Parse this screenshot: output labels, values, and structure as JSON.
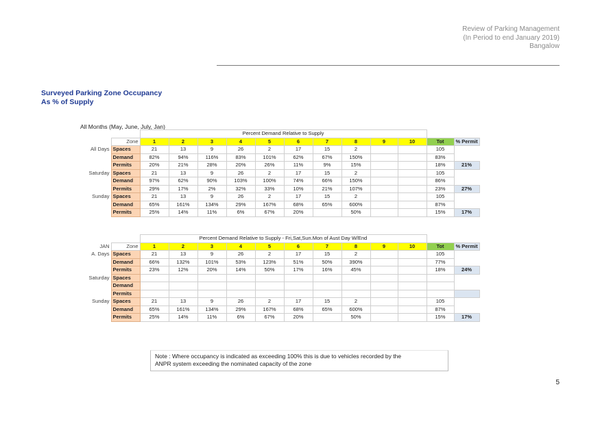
{
  "header": {
    "line1": "Review of Parking Management",
    "line2": "(In Period to end January 2019)",
    "line3": "Bangalow"
  },
  "heading": {
    "line1": "Surveyed Parking Zone Occupancy",
    "line2": "As % of Supply"
  },
  "table1": {
    "caption": "All Months (May, June, July, Jan)",
    "title": "Percent Demand Relative to Supply",
    "corner": "",
    "zone_label": "Zone",
    "zones": [
      "1",
      "2",
      "3",
      "4",
      "5",
      "6",
      "7",
      "8",
      "9",
      "10"
    ],
    "tot_label": "Tot",
    "permit_label": "% Permit",
    "groups": [
      {
        "label": "All Days",
        "permit_pct": "21%",
        "rows": [
          {
            "metric": "Spaces",
            "values": [
              "21",
              "13",
              "9",
              "26",
              "2",
              "17",
              "15",
              "2",
              "",
              ""
            ],
            "tot": "105"
          },
          {
            "metric": "Demand",
            "values": [
              "82%",
              "94%",
              "116%",
              "83%",
              "101%",
              "62%",
              "67%",
              "150%",
              "",
              ""
            ],
            "tot": "83%"
          },
          {
            "metric": "Permits",
            "values": [
              "20%",
              "21%",
              "28%",
              "20%",
              "26%",
              "11%",
              "9%",
              "15%",
              "",
              ""
            ],
            "tot": "18%"
          }
        ]
      },
      {
        "label": "Saturday",
        "permit_pct": "27%",
        "rows": [
          {
            "metric": "Spaces",
            "values": [
              "21",
              "13",
              "9",
              "26",
              "2",
              "17",
              "15",
              "2",
              "",
              ""
            ],
            "tot": "105"
          },
          {
            "metric": "Demand",
            "values": [
              "97%",
              "62%",
              "90%",
              "103%",
              "100%",
              "74%",
              "66%",
              "150%",
              "",
              ""
            ],
            "tot": "86%"
          },
          {
            "metric": "Permits",
            "values": [
              "29%",
              "17%",
              "2%",
              "32%",
              "33%",
              "10%",
              "21%",
              "107%",
              "",
              ""
            ],
            "tot": "23%"
          }
        ]
      },
      {
        "label": "Sunday",
        "permit_pct": "17%",
        "rows": [
          {
            "metric": "Spaces",
            "values": [
              "21",
              "13",
              "9",
              "26",
              "2",
              "17",
              "15",
              "2",
              "",
              ""
            ],
            "tot": "105"
          },
          {
            "metric": "Demand",
            "values": [
              "65%",
              "161%",
              "134%",
              "29%",
              "167%",
              "68%",
              "65%",
              "600%",
              "",
              ""
            ],
            "tot": "87%"
          },
          {
            "metric": "Permits",
            "values": [
              "25%",
              "14%",
              "11%",
              "6%",
              "67%",
              "20%",
              "",
              "50%",
              "",
              ""
            ],
            "tot": "15%"
          }
        ]
      }
    ]
  },
  "table2": {
    "caption": "",
    "title": "Percent Demand Relative to Supply - Fri,Sat,Sun.Mon of Aust Day W/End",
    "corner": "JAN",
    "zone_label": "Zone",
    "zones": [
      "1",
      "2",
      "3",
      "4",
      "5",
      "6",
      "7",
      "8",
      "9",
      "10"
    ],
    "tot_label": "Tot",
    "permit_label": "% Permit",
    "groups": [
      {
        "label": "A. Days",
        "permit_pct": "24%",
        "rows": [
          {
            "metric": "Spaces",
            "values": [
              "21",
              "13",
              "9",
              "26",
              "2",
              "17",
              "15",
              "2",
              "",
              ""
            ],
            "tot": "105"
          },
          {
            "metric": "Demand",
            "values": [
              "66%",
              "132%",
              "101%",
              "53%",
              "123%",
              "51%",
              "50%",
              "390%",
              "",
              ""
            ],
            "tot": "77%"
          },
          {
            "metric": "Permits",
            "values": [
              "23%",
              "12%",
              "20%",
              "14%",
              "50%",
              "17%",
              "16%",
              "45%",
              "",
              ""
            ],
            "tot": "18%"
          }
        ]
      },
      {
        "label": "Saturday",
        "permit_pct": "",
        "rows": [
          {
            "metric": "Spaces",
            "values": [
              "",
              "",
              "",
              "",
              "",
              "",
              "",
              "",
              "",
              ""
            ],
            "tot": ""
          },
          {
            "metric": "Demand",
            "values": [
              "",
              "",
              "",
              "",
              "",
              "",
              "",
              "",
              "",
              ""
            ],
            "tot": ""
          },
          {
            "metric": "Permits",
            "values": [
              "",
              "",
              "",
              "",
              "",
              "",
              "",
              "",
              "",
              ""
            ],
            "tot": ""
          }
        ]
      },
      {
        "label": "Sunday",
        "permit_pct": "17%",
        "rows": [
          {
            "metric": "Spaces",
            "values": [
              "21",
              "13",
              "9",
              "26",
              "2",
              "17",
              "15",
              "2",
              "",
              ""
            ],
            "tot": "105"
          },
          {
            "metric": "Demand",
            "values": [
              "65%",
              "161%",
              "134%",
              "29%",
              "167%",
              "68%",
              "65%",
              "600%",
              "",
              ""
            ],
            "tot": "87%"
          },
          {
            "metric": "Permits",
            "values": [
              "25%",
              "14%",
              "11%",
              "6%",
              "67%",
              "20%",
              "",
              "50%",
              "",
              ""
            ],
            "tot": "15%"
          }
        ]
      }
    ]
  },
  "note": {
    "line1": "Note : Where occupancy is indicated as exceeding 100% this is due to vehicles recorded by the",
    "line2": "ANPR system exceeding the nominated capacity of the zone"
  },
  "page_number": "5",
  "colors": {
    "heading": "#1f3a93",
    "zone_header": "#ffff00",
    "tot_header": "#92d050",
    "metric_cell": "#fcd5b5",
    "permit_cell": "#dbe5f1"
  }
}
